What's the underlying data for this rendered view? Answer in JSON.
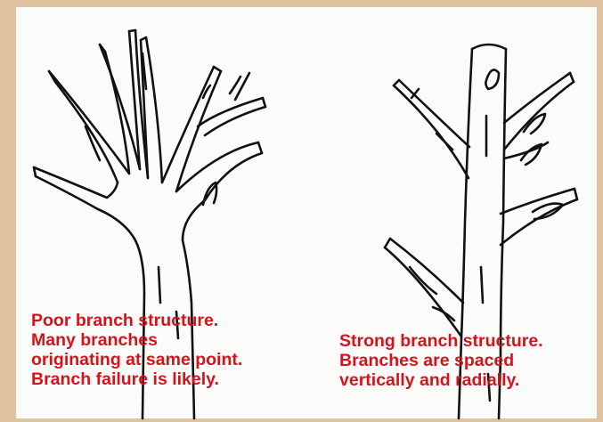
{
  "left_caption": {
    "lines": [
      "Poor branch structure.",
      "Many branches",
      "originating at same point.",
      "Branch failure is likely."
    ]
  },
  "right_caption": {
    "lines": [
      "Strong branch structure.",
      "Branches are spaced",
      "vertically and radially."
    ]
  },
  "colors": {
    "frame_border": "#e0c3a1",
    "paper": "#fbfbf9",
    "ink": "#111111",
    "caption_text": "#d4141c"
  }
}
